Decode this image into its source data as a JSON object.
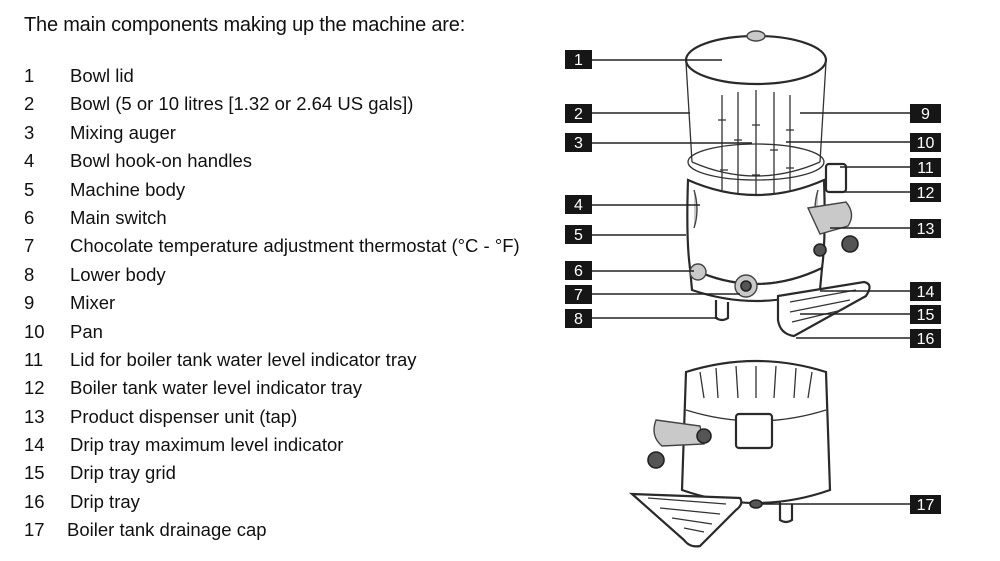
{
  "heading": "The main components making up the machine are:",
  "components": [
    {
      "num": "1",
      "label": "Bowl lid"
    },
    {
      "num": "2",
      "label": "Bowl (5 or 10 litres [1.32 or 2.64 US gals])"
    },
    {
      "num": "3",
      "label": "Mixing auger"
    },
    {
      "num": "4",
      "label": "Bowl hook-on handles"
    },
    {
      "num": "5",
      "label": "Machine body"
    },
    {
      "num": "6",
      "label": "Main switch"
    },
    {
      "num": "7",
      "label": "Chocolate temperature adjustment thermostat (°C - °F)"
    },
    {
      "num": "8",
      "label": "Lower body"
    },
    {
      "num": "9",
      "label": "Mixer"
    },
    {
      "num": "10",
      "label": "Pan"
    },
    {
      "num": "11",
      "label": "Lid for boiler tank water level indicator tray"
    },
    {
      "num": "12",
      "label": "Boiler tank water level indicator tray"
    },
    {
      "num": "13",
      "label": "Product dispenser unit (tap)"
    },
    {
      "num": "14",
      "label": "Drip tray maximum level indicator"
    },
    {
      "num": "15",
      "label": "Drip tray grid"
    },
    {
      "num": "16",
      "label": "Drip tray"
    },
    {
      "num": "17",
      "label": "Boiler tank drainage cap"
    }
  ],
  "callouts": {
    "c1": "1",
    "c2": "2",
    "c3": "3",
    "c4": "4",
    "c5": "5",
    "c6": "6",
    "c7": "7",
    "c8": "8",
    "c9": "9",
    "c10": "10",
    "c11": "11",
    "c12": "12",
    "c13": "13",
    "c14": "14",
    "c15": "15",
    "c16": "16",
    "c17": "17"
  }
}
